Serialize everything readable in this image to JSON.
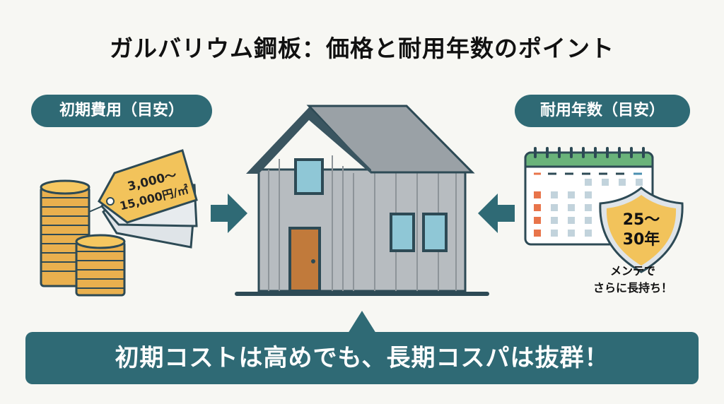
{
  "title": "ガルバリウム鋼板：価格と耐用年数のポイント",
  "left_label": "初期費用（目安）",
  "right_label": "耐用年数（目安）",
  "price_tag": {
    "line1": "3,000〜",
    "line2": "15,000円/㎡"
  },
  "lifespan": {
    "line1": "25〜",
    "line2": "30年",
    "note_line1": "メンテで",
    "note_line2": "さらに長持ち！"
  },
  "banner": "初期コストは高めでも、長期コスパは抜群！",
  "colors": {
    "accent": "#2f6a75",
    "gold": "#f2c35b",
    "roof": "#8e969c",
    "wall": "#b7bcc0",
    "door": "#c17a3b",
    "calendar_header": "#6ab37a",
    "weekend": "#e8744a"
  }
}
